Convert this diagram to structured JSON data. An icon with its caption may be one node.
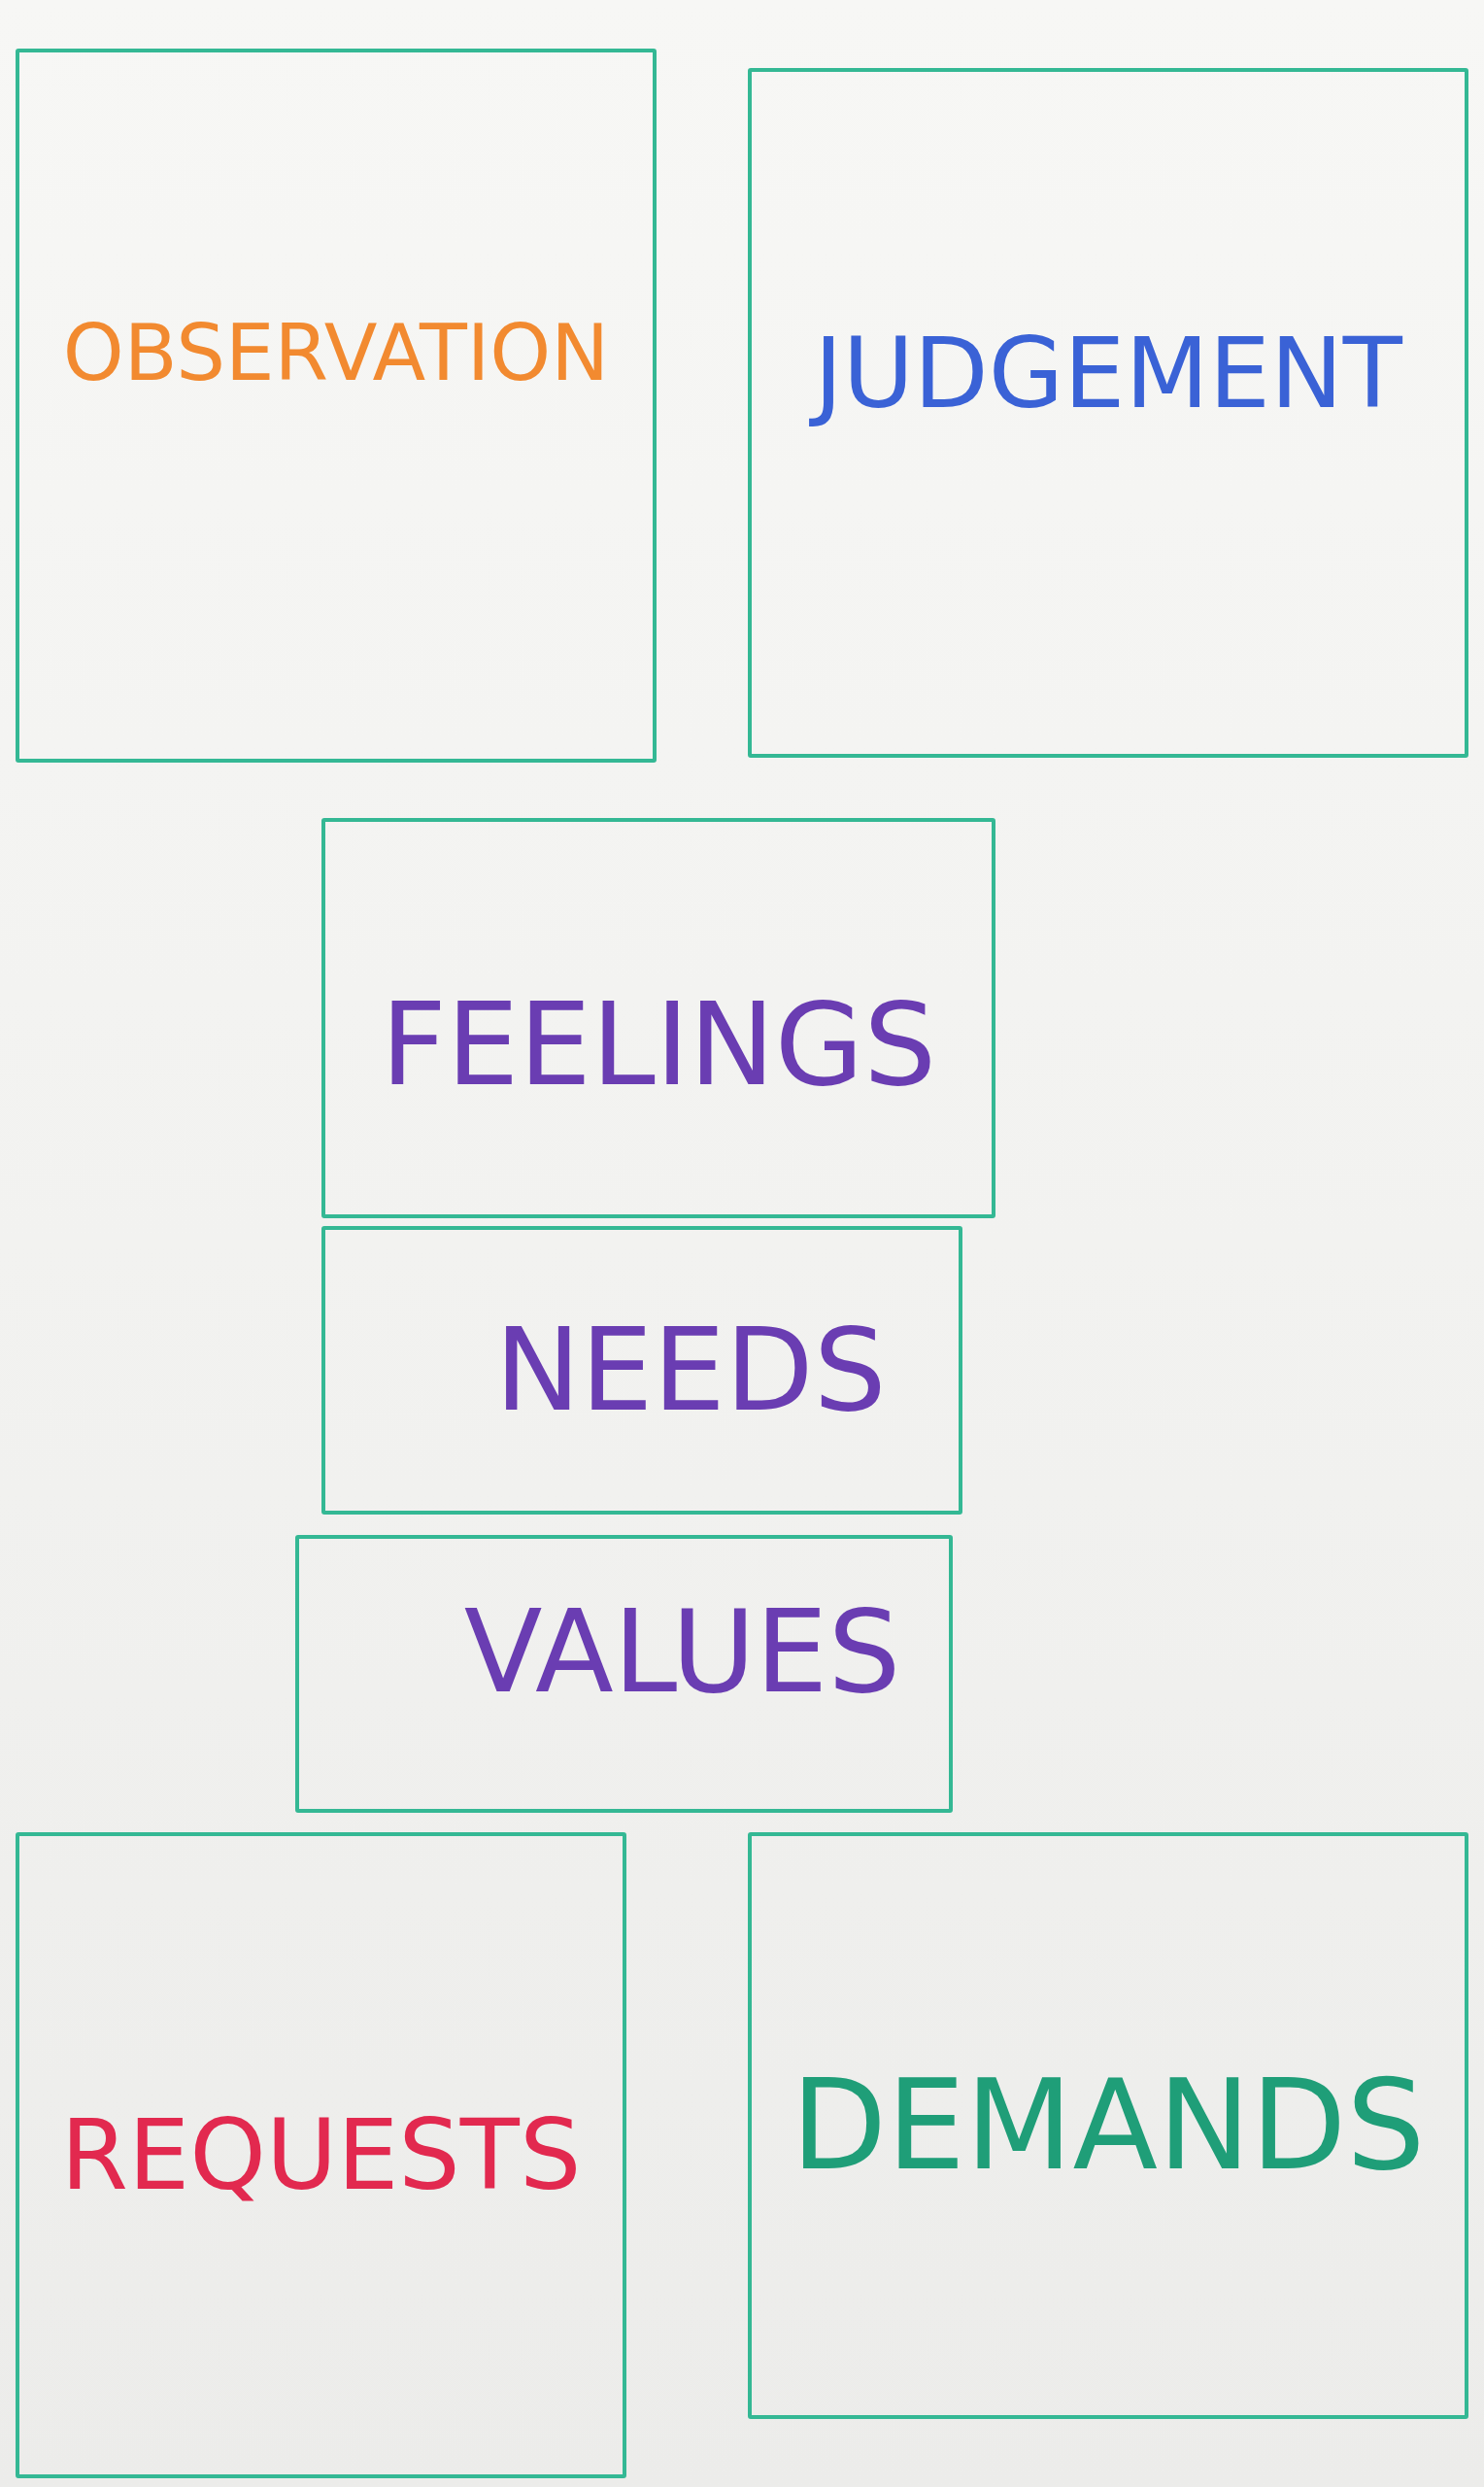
{
  "diagram": {
    "nodes": [
      {
        "text": [
          "OBSERVATION"
        ]
      },
      {
        "text": [
          "JUDGEMENT"
        ]
      },
      {
        "text": [
          "FEELINGS"
        ]
      },
      {
        "text": [
          "NEEDS"
        ]
      },
      {
        "text": [
          "VALUES"
        ]
      },
      {
        "text": [
          "REQUESTS"
        ]
      },
      {
        "text": [
          "DEMANDS"
        ]
      }
    ]
  }
}
